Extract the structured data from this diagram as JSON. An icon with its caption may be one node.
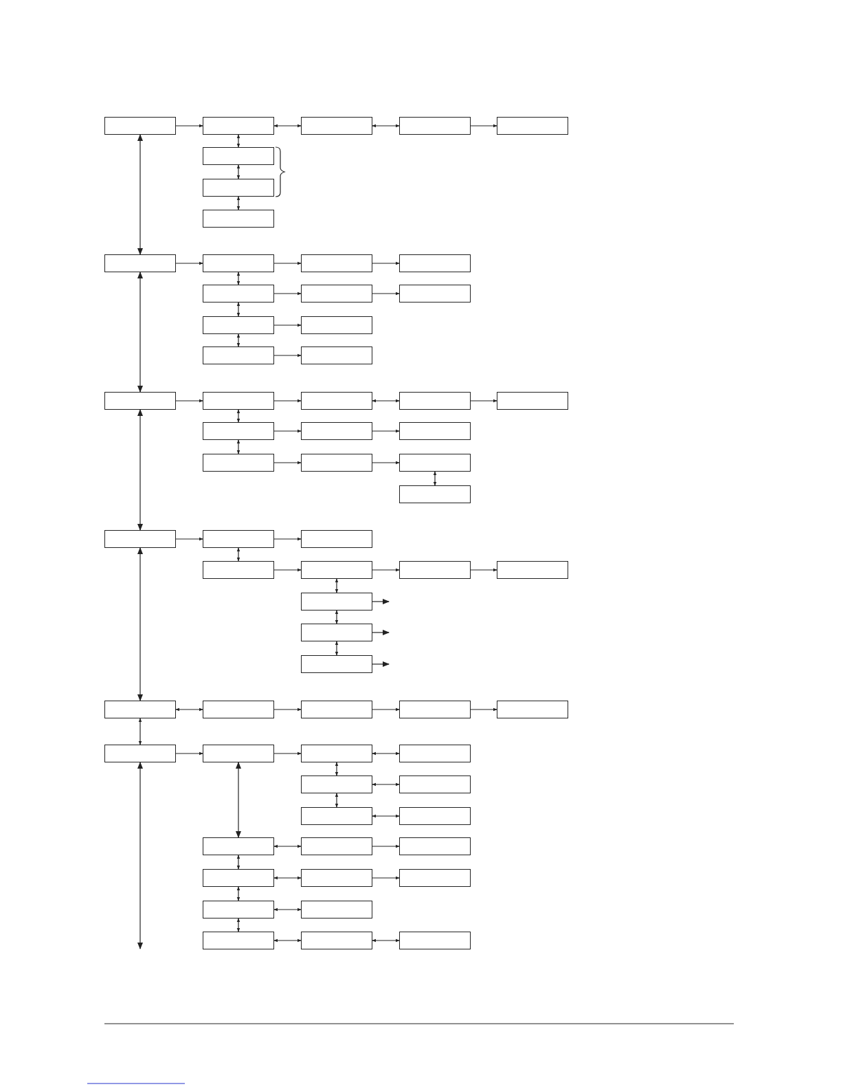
{
  "diagram": {
    "nodes": [
      {
        "text": [],
        "shape": "box"
      },
      {
        "text": [],
        "shape": "box"
      },
      {
        "text": [],
        "shape": "box"
      },
      {
        "text": [],
        "shape": "box"
      },
      {
        "text": [],
        "shape": "box"
      },
      {
        "text": [],
        "shape": "box"
      },
      {
        "text": [],
        "shape": "box"
      },
      {
        "text": [],
        "shape": "box"
      },
      {
        "text": [],
        "shape": "box"
      },
      {
        "text": [],
        "shape": "box"
      },
      {
        "text": [],
        "shape": "box"
      },
      {
        "text": [],
        "shape": "box"
      },
      {
        "text": [],
        "shape": "box"
      },
      {
        "text": [],
        "shape": "box"
      },
      {
        "text": [],
        "shape": "box"
      },
      {
        "text": [],
        "shape": "box"
      },
      {
        "text": [],
        "shape": "box"
      },
      {
        "text": [],
        "shape": "box"
      },
      {
        "text": [],
        "shape": "box"
      },
      {
        "text": [],
        "shape": "box"
      },
      {
        "text": [],
        "shape": "box"
      },
      {
        "text": [],
        "shape": "box"
      },
      {
        "text": [],
        "shape": "box"
      },
      {
        "text": [],
        "shape": "box"
      },
      {
        "text": [],
        "shape": "box"
      },
      {
        "text": [],
        "shape": "box"
      },
      {
        "text": [],
        "shape": "box"
      },
      {
        "text": [],
        "shape": "box"
      },
      {
        "text": [],
        "shape": "box"
      },
      {
        "text": [],
        "shape": "box"
      },
      {
        "text": [],
        "shape": "box"
      },
      {
        "text": [],
        "shape": "box"
      },
      {
        "text": [],
        "shape": "box"
      },
      {
        "text": [],
        "shape": "box"
      },
      {
        "text": [],
        "shape": "box"
      },
      {
        "text": [],
        "shape": "box"
      },
      {
        "text": [],
        "shape": "box"
      },
      {
        "text": [],
        "shape": "box"
      },
      {
        "text": [],
        "shape": "box"
      },
      {
        "text": [],
        "shape": "box"
      },
      {
        "text": [],
        "shape": "box"
      },
      {
        "text": [],
        "shape": "box"
      },
      {
        "text": [],
        "shape": "box"
      },
      {
        "text": [],
        "shape": "box"
      },
      {
        "text": [],
        "shape": "box"
      },
      {
        "text": [],
        "shape": "box"
      },
      {
        "text": [],
        "shape": "box"
      },
      {
        "text": [],
        "shape": "box"
      },
      {
        "text": [],
        "shape": "box"
      },
      {
        "text": [],
        "shape": "box"
      },
      {
        "text": [],
        "shape": "box"
      },
      {
        "text": [],
        "shape": "box"
      },
      {
        "text": [],
        "shape": "box"
      },
      {
        "text": [],
        "shape": "box"
      },
      {
        "text": [],
        "shape": "box"
      },
      {
        "text": [],
        "shape": "box"
      },
      {
        "text": [],
        "shape": "box"
      },
      {
        "text": [],
        "shape": "box"
      },
      {
        "text": [],
        "shape": "box"
      },
      {
        "text": [],
        "shape": "box"
      },
      {
        "text": [],
        "shape": "box"
      },
      {
        "text": [],
        "shape": "box"
      },
      {
        "text": [],
        "shape": "box"
      },
      {
        "text": [],
        "shape": "box"
      },
      {
        "text": [],
        "shape": "box"
      }
    ],
    "edges": [
      {
        "from": 0,
        "to": 8,
        "arrow": "both"
      },
      {
        "from": 8,
        "to": 19,
        "arrow": "both"
      },
      {
        "from": 19,
        "to": 31,
        "arrow": "both"
      },
      {
        "from": 31,
        "to": 41,
        "arrow": "both"
      },
      {
        "from": 41,
        "to": 46,
        "arrow": "both"
      },
      {
        "from": 46,
        "to": null,
        "arrow": "both"
      },
      {
        "from": 0,
        "to": 1,
        "arrow": "to"
      },
      {
        "from": 1,
        "to": 2,
        "arrow": "both"
      },
      {
        "from": 2,
        "to": 3,
        "arrow": "both"
      },
      {
        "from": 3,
        "to": 4,
        "arrow": "to"
      },
      {
        "from": 1,
        "to": 5,
        "arrow": "both"
      },
      {
        "from": 5,
        "to": 6,
        "arrow": "both"
      },
      {
        "from": 6,
        "to": 7,
        "arrow": "both"
      },
      {
        "from": 8,
        "to": 9,
        "arrow": "to"
      },
      {
        "from": 9,
        "to": 10,
        "arrow": "to"
      },
      {
        "from": 10,
        "to": 11,
        "arrow": "to"
      },
      {
        "from": 9,
        "to": 12,
        "arrow": "both"
      },
      {
        "from": 12,
        "to": 13,
        "arrow": "to"
      },
      {
        "from": 13,
        "to": 14,
        "arrow": "to"
      },
      {
        "from": 12,
        "to": 15,
        "arrow": "both"
      },
      {
        "from": 15,
        "to": 16,
        "arrow": "to"
      },
      {
        "from": 15,
        "to": 17,
        "arrow": "both"
      },
      {
        "from": 17,
        "to": 18,
        "arrow": "to"
      },
      {
        "from": 19,
        "to": 20,
        "arrow": "to"
      },
      {
        "from": 20,
        "to": 21,
        "arrow": "to"
      },
      {
        "from": 21,
        "to": 22,
        "arrow": "both"
      },
      {
        "from": 22,
        "to": 23,
        "arrow": "to"
      },
      {
        "from": 20,
        "to": 24,
        "arrow": "both"
      },
      {
        "from": 24,
        "to": 25,
        "arrow": "to"
      },
      {
        "from": 25,
        "to": 26,
        "arrow": "to"
      },
      {
        "from": 24,
        "to": 27,
        "arrow": "both"
      },
      {
        "from": 27,
        "to": 28,
        "arrow": "to"
      },
      {
        "from": 28,
        "to": 29,
        "arrow": "to"
      },
      {
        "from": 29,
        "to": 30,
        "arrow": "both"
      },
      {
        "from": 31,
        "to": 32,
        "arrow": "to"
      },
      {
        "from": 32,
        "to": 33,
        "arrow": "to"
      },
      {
        "from": 32,
        "to": 34,
        "arrow": "both"
      },
      {
        "from": 34,
        "to": 35,
        "arrow": "to"
      },
      {
        "from": 35,
        "to": 36,
        "arrow": "to"
      },
      {
        "from": 36,
        "to": 37,
        "arrow": "to"
      },
      {
        "from": 35,
        "to": 38,
        "arrow": "both"
      },
      {
        "from": 38,
        "to": null,
        "arrow": "to"
      },
      {
        "from": 38,
        "to": 39,
        "arrow": "both"
      },
      {
        "from": 39,
        "to": null,
        "arrow": "to"
      },
      {
        "from": 39,
        "to": 40,
        "arrow": "both"
      },
      {
        "from": 40,
        "to": null,
        "arrow": "to"
      },
      {
        "from": 41,
        "to": 42,
        "arrow": "both"
      },
      {
        "from": 42,
        "to": 43,
        "arrow": "to"
      },
      {
        "from": 43,
        "to": 44,
        "arrow": "to"
      },
      {
        "from": 44,
        "to": 45,
        "arrow": "to"
      },
      {
        "from": 46,
        "to": 47,
        "arrow": "to"
      },
      {
        "from": 47,
        "to": 48,
        "arrow": "to"
      },
      {
        "from": 48,
        "to": 49,
        "arrow": "both"
      },
      {
        "from": 48,
        "to": 50,
        "arrow": "both"
      },
      {
        "from": 50,
        "to": 51,
        "arrow": "both"
      },
      {
        "from": 50,
        "to": 52,
        "arrow": "both"
      },
      {
        "from": 52,
        "to": 53,
        "arrow": "both"
      },
      {
        "from": 47,
        "to": 54,
        "arrow": "both"
      },
      {
        "from": 54,
        "to": 55,
        "arrow": "both"
      },
      {
        "from": 55,
        "to": 56,
        "arrow": "to"
      },
      {
        "from": 54,
        "to": 57,
        "arrow": "both"
      },
      {
        "from": 57,
        "to": 58,
        "arrow": "both"
      },
      {
        "from": 58,
        "to": 59,
        "arrow": "to"
      },
      {
        "from": 57,
        "to": 60,
        "arrow": "both"
      },
      {
        "from": 60,
        "to": 61,
        "arrow": "both"
      },
      {
        "from": 60,
        "to": 62,
        "arrow": "both"
      },
      {
        "from": 62,
        "to": 63,
        "arrow": "both"
      },
      {
        "from": 63,
        "to": 64,
        "arrow": "both"
      }
    ]
  }
}
